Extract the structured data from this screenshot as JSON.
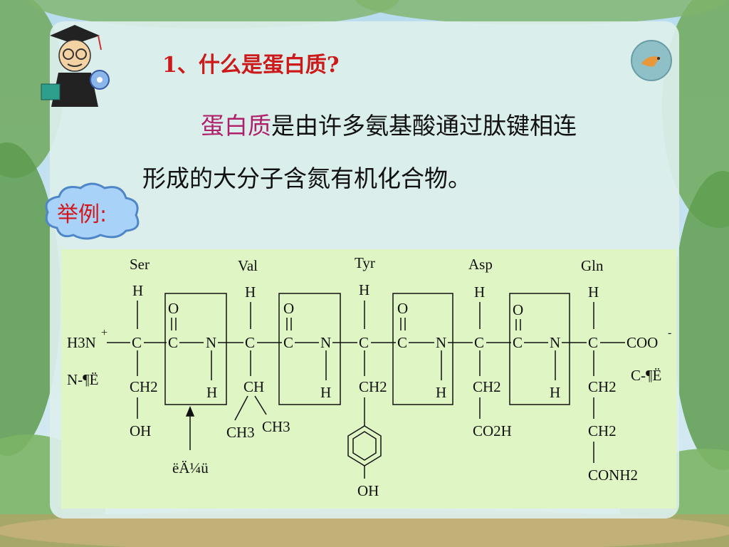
{
  "slide": {
    "title": "1、什么是蛋白质?",
    "definition_highlight": "蛋白质",
    "definition_rest": "是由许多氨基酸通过肽键相连",
    "definition_line2": "形成的大分子含氮有机化合物。",
    "example_label": "举例:"
  },
  "diagram": {
    "residue_names": [
      "Ser",
      "Val",
      "Tyr",
      "Asp",
      "Gln"
    ],
    "n_terminal": "H3N",
    "n_terminal_charge": "+",
    "c_terminal": "COO",
    "c_terminal_charge": "-",
    "n_label": "N-¶Ë",
    "c_label": "C-¶Ë",
    "bond_label": "ëÄ¼ü",
    "atoms": {
      "H": "H",
      "C": "C",
      "N": "N",
      "O": "O",
      "CH": "CH",
      "CH2": "CH2",
      "CH3": "CH3"
    },
    "side_chains": {
      "ser": [
        "CH2",
        "OH"
      ],
      "val": [
        "CH",
        "CH3",
        "CH3"
      ],
      "tyr": [
        "CH2",
        "OH"
      ],
      "asp": [
        "CH2",
        "CO2H"
      ],
      "gln": [
        "CH2",
        "CH2",
        "CONH2"
      ]
    },
    "colors": {
      "panel": "#dff5c4",
      "line": "#111111",
      "cloud": "#8ec5f5",
      "example_text": "#d3161a",
      "title": "#cc1a1a",
      "highlight": "#b0206a"
    }
  }
}
